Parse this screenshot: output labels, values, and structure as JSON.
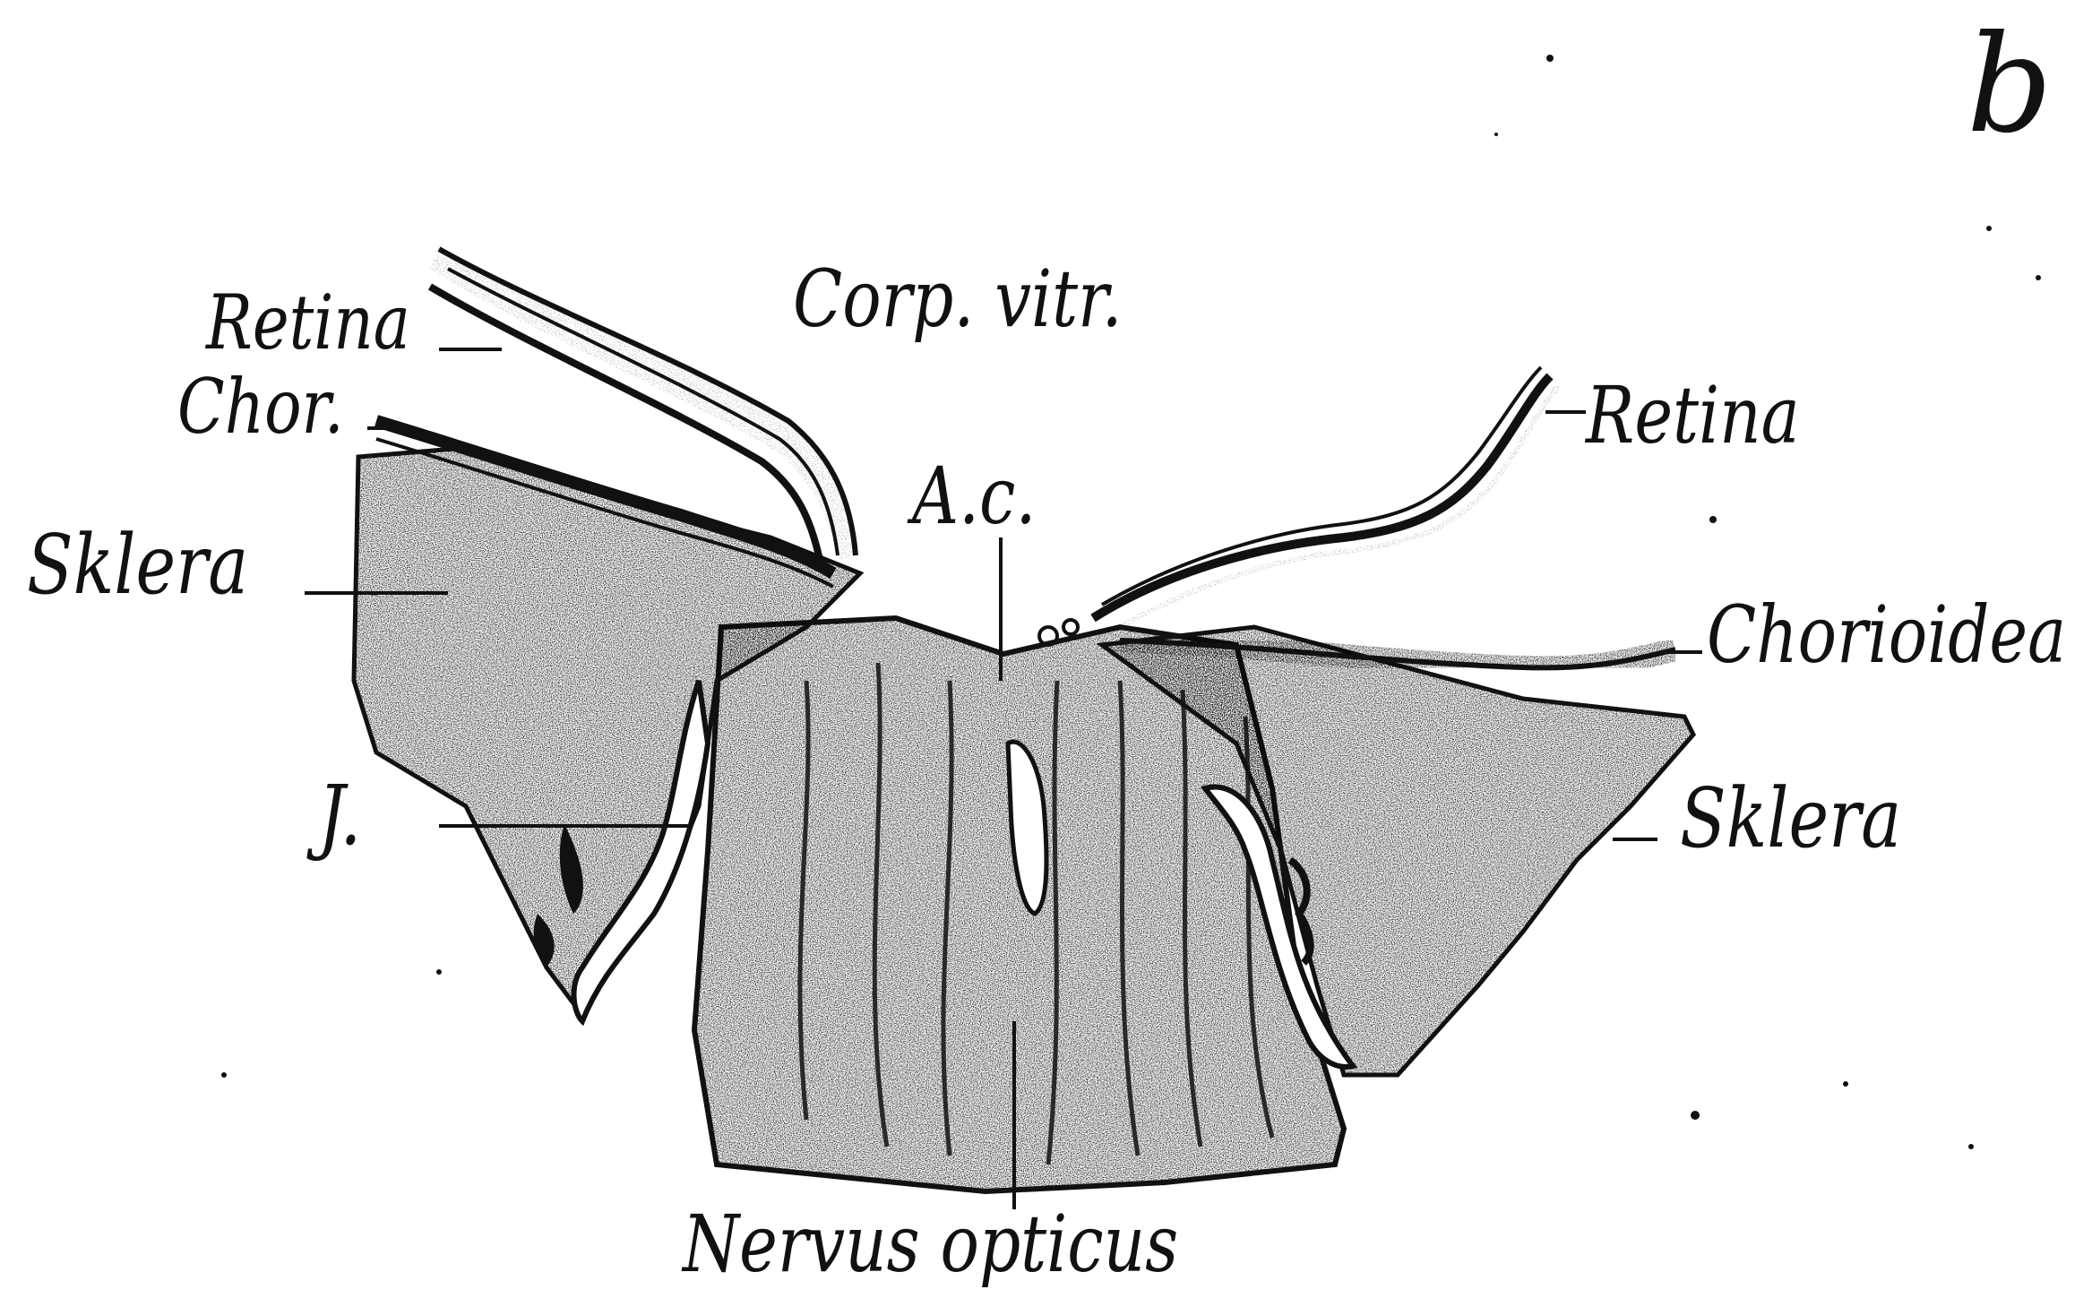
{
  "figure": {
    "panel_letter": "b",
    "labels": {
      "retina_left": "Retina",
      "chor": "Chor.",
      "sklera_left": "Sklera",
      "j": "J.",
      "corp_vitr": "Corp. vitr.",
      "ac": "A.c.",
      "retina_right": "Retina",
      "chorioidea": "Chorioidea",
      "sklera_right": "Sklera",
      "nervus_opticus": "Nervus opticus"
    }
  },
  "colors": {
    "ink": "#111111",
    "paper": "#ffffff"
  }
}
